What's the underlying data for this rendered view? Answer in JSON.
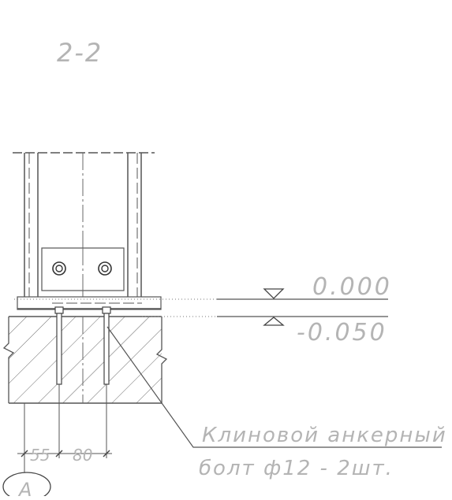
{
  "section_label": "2-2",
  "levels": {
    "top": "0.000",
    "bottom": "-0.050"
  },
  "callout": {
    "line1": "Клиновой анкерный",
    "line2": "болт ф12 - 2шт."
  },
  "dimensions": {
    "d1": "55",
    "d2": "80"
  },
  "axis_marker": "A",
  "colors": {
    "text": "#b4b4b4",
    "line": "#555555",
    "hatch": "#6a6a6a"
  }
}
